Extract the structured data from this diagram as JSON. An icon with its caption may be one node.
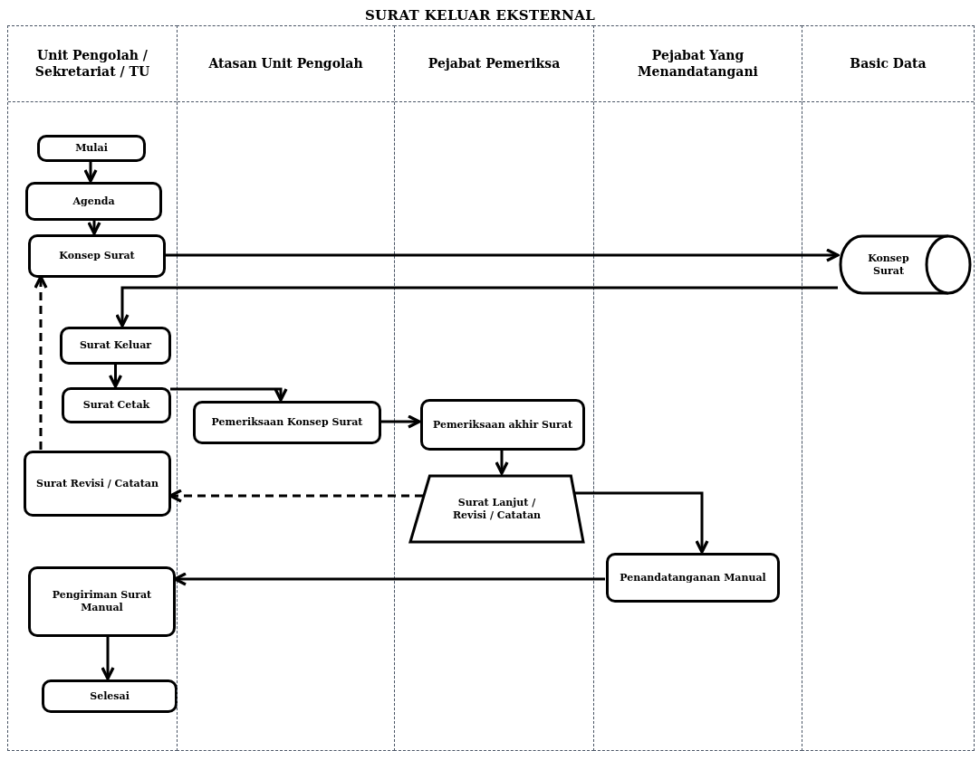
{
  "diagram": {
    "title": "SURAT KELUAR EKSTERNAL",
    "nodes": [
      {
        "text": [
          "Unit Pengolah / Sekretariat / TU"
        ]
      },
      {
        "text": [
          "Atasan Unit Pengolah"
        ]
      },
      {
        "text": [
          "Pejabat Pemeriksa"
        ]
      },
      {
        "text": [
          "Pejabat Yang Menandatangani"
        ]
      },
      {
        "text": [
          "Basic Data"
        ]
      },
      {
        "text": [
          "Mulai"
        ],
        "in": 0
      },
      {
        "text": [
          "Agenda"
        ],
        "in": 0
      },
      {
        "text": [
          "Konsep Surat"
        ],
        "in": 0
      },
      {
        "text": [
          "Surat Keluar"
        ],
        "in": 0
      },
      {
        "text": [
          "Surat Cetak"
        ],
        "in": 0
      },
      {
        "text": [
          "Pemeriksaan Konsep Surat"
        ],
        "in": 1
      },
      {
        "text": [
          "Pemeriksaan akhir Surat"
        ],
        "in": 2
      },
      {
        "text": [
          "Surat Lanjut / Revisi / Catatan"
        ],
        "in": 2
      },
      {
        "text": [
          "Surat Revisi / Catatan"
        ],
        "in": 0
      },
      {
        "text": [
          "Penandatanganan Manual"
        ],
        "in": 3
      },
      {
        "text": [
          "Pengiriman Surat Manual"
        ],
        "in": 0
      },
      {
        "text": [
          "Selesai"
        ],
        "in": 0
      },
      {
        "text": [
          "Konsep Surat"
        ],
        "in": 4
      }
    ],
    "edges": [
      {
        "from": 5,
        "to": 6,
        "arrow": "to"
      },
      {
        "from": 6,
        "to": 7,
        "arrow": "to"
      },
      {
        "from": 7,
        "to": 17,
        "arrow": "to"
      },
      {
        "from": 17,
        "to": 8,
        "arrow": "to"
      },
      {
        "from": 8,
        "to": 9,
        "arrow": "to"
      },
      {
        "from": 9,
        "to": 10,
        "arrow": "to"
      },
      {
        "from": 10,
        "to": 11,
        "arrow": "to"
      },
      {
        "from": 11,
        "to": 12,
        "arrow": "to"
      },
      {
        "from": 12,
        "to": 13,
        "arrow": "to",
        "style": "dashed"
      },
      {
        "from": 12,
        "to": 14,
        "arrow": "to"
      },
      {
        "from": 14,
        "to": 15,
        "arrow": "to"
      },
      {
        "from": 15,
        "to": 16,
        "arrow": "to"
      },
      {
        "from": 13,
        "to": 7,
        "arrow": "to",
        "style": "dashed"
      }
    ]
  }
}
